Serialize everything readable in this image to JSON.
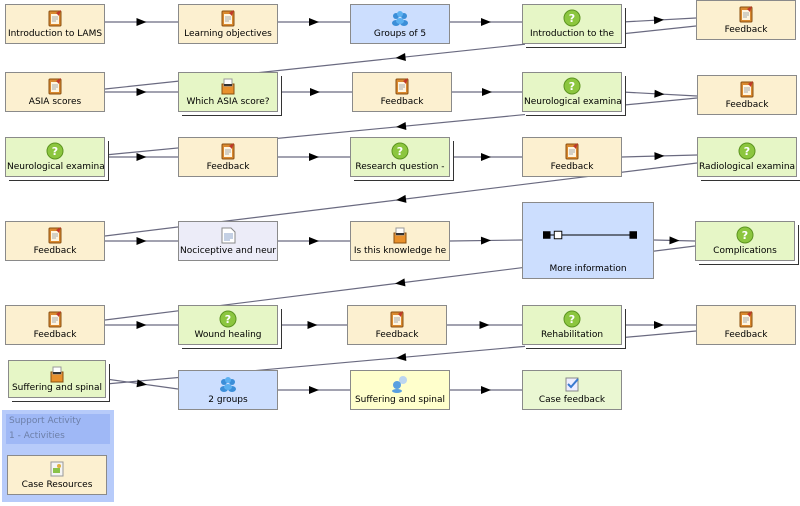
{
  "activities": [
    {
      "id": "n1",
      "label": "Introduction to LAMS",
      "icon": "notepad-icon"
    },
    {
      "id": "n2",
      "label": "Learning objectives",
      "icon": "notepad-icon"
    },
    {
      "id": "n3",
      "label": "Groups of 5",
      "icon": "group-icon"
    },
    {
      "id": "n4",
      "label": "Introduction to the",
      "icon": "question-icon"
    },
    {
      "id": "n5",
      "label": "Feedback",
      "icon": "notepad-icon"
    },
    {
      "id": "n6",
      "label": "ASIA scores",
      "icon": "notepad-icon"
    },
    {
      "id": "n7",
      "label": "Which ASIA score?",
      "icon": "vote-icon"
    },
    {
      "id": "n8",
      "label": "Feedback",
      "icon": "notepad-icon"
    },
    {
      "id": "n9",
      "label": "Neurological examina",
      "icon": "question-icon"
    },
    {
      "id": "n10",
      "label": "Feedback",
      "icon": "notepad-icon"
    },
    {
      "id": "n11",
      "label": "Neurological examina",
      "icon": "question-icon"
    },
    {
      "id": "n12",
      "label": "Feedback",
      "icon": "notepad-icon"
    },
    {
      "id": "n13",
      "label": "Research question -",
      "icon": "question-icon"
    },
    {
      "id": "n14",
      "label": "Feedback",
      "icon": "notepad-icon"
    },
    {
      "id": "n15",
      "label": "Radiological examina",
      "icon": "question-icon"
    },
    {
      "id": "n16",
      "label": "Feedback",
      "icon": "notepad-icon"
    },
    {
      "id": "n17",
      "label": "Nociceptive and neur",
      "icon": "document-icon"
    },
    {
      "id": "n18",
      "label": "Is this knowledge he",
      "icon": "vote-icon"
    },
    {
      "id": "n19",
      "label": "More information",
      "icon": "branching-icon"
    },
    {
      "id": "n20",
      "label": "Complications",
      "icon": "question-icon"
    },
    {
      "id": "n21",
      "label": "Feedback",
      "icon": "notepad-icon"
    },
    {
      "id": "n22",
      "label": "Wound healing",
      "icon": "question-icon"
    },
    {
      "id": "n23",
      "label": "Feedback",
      "icon": "notepad-icon"
    },
    {
      "id": "n24",
      "label": "Rehabilitation",
      "icon": "question-icon"
    },
    {
      "id": "n25",
      "label": "Feedback",
      "icon": "notepad-icon"
    },
    {
      "id": "n26",
      "label": "Suffering and spinal",
      "icon": "vote-icon"
    },
    {
      "id": "n27",
      "label": "2 groups",
      "icon": "group-icon"
    },
    {
      "id": "n28",
      "label": "Suffering and spinal",
      "icon": "chat-icon"
    },
    {
      "id": "n29",
      "label": "Case feedback",
      "icon": "checklist-icon"
    }
  ],
  "support": {
    "title": "Support Activity",
    "subtitle": "1 - Activities",
    "item": {
      "label": "Case Resources",
      "icon": "resources-icon"
    }
  },
  "colors": {
    "tool": "#fcf0d0",
    "question": "#e6f6c6",
    "grouping": "#ccdefe",
    "document": "#ececf8",
    "chat": "#ffffcc",
    "support_panel": "#b7cbfa",
    "edge": "#6a6a80"
  }
}
